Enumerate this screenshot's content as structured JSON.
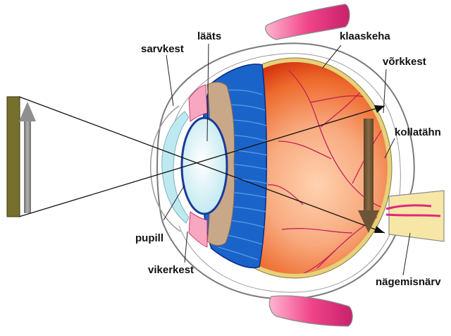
{
  "labels": {
    "sarvkest": "sarvkest",
    "laats": "lääts",
    "klaaskeha": "klaaskeha",
    "vorkkest": "võrkkest",
    "kollatahn": "kollatähn",
    "pupill": "pupill",
    "vikerkest": "vikerkest",
    "nagemisnarv": "nägemisnärv"
  },
  "colors": {
    "object_bar": "#77702c",
    "arrow": "#8a8a8a",
    "image_arrow": "#6b5536",
    "sclera_outline": "#7a7a7a",
    "eyeball_outer": "#d93a10",
    "eyeball_inner": "#f7b38c",
    "vessels": "#c2185b",
    "retina": "#e6d27a",
    "muscle": "#f0488a",
    "ciliary": "#1a64c9",
    "iris": "#c9a88a",
    "lens": "#d8f4f8",
    "cornea": "#bfe9f0",
    "nerve": "#f7e7a6"
  }
}
